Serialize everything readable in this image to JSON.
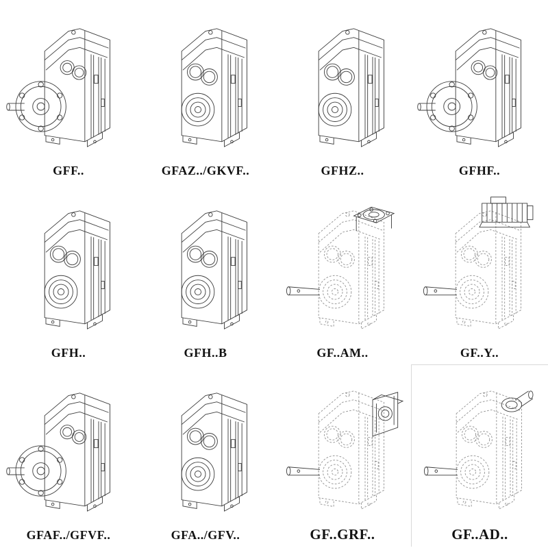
{
  "catalog": {
    "line_color": "#3d3d3d",
    "dashed_line_color": "#929292",
    "items": [
      {
        "label": "GFF..",
        "type": "flange-output-gear-unit"
      },
      {
        "label": "GFAZ../GKVF..",
        "type": "hollow-shaft-gear-unit"
      },
      {
        "label": "GFHZ..",
        "type": "hollow-shaft-gear-unit"
      },
      {
        "label": "GFHF..",
        "type": "flange-output-gear-unit"
      },
      {
        "label": "GFH..",
        "type": "foot-mounted-gear-unit"
      },
      {
        "label": "GFH..B",
        "type": "foot-mounted-gear-unit"
      },
      {
        "label": "GF..AM..",
        "type": "shaft-mounted-unit-with-motor-flange"
      },
      {
        "label": "GF..Y..",
        "type": "shaft-mounted-unit-with-motor"
      },
      {
        "label": "GFAF../GFVF..",
        "type": "flange-output-gear-unit"
      },
      {
        "label": "GFA../GFV..",
        "type": "hollow-shaft-gear-unit"
      },
      {
        "label": "GF..GRF..",
        "type": "shaft-mounted-unit-with-gr-adapter"
      },
      {
        "label": "GF..AD..",
        "type": "shaft-mounted-unit-with-input-shaft"
      }
    ]
  }
}
